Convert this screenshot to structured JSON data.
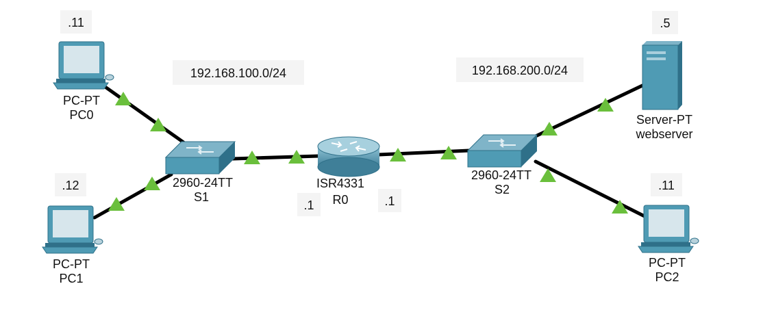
{
  "devices": {
    "pc0": {
      "model": "PC-PT",
      "name": "PC0",
      "host": ".11"
    },
    "pc1": {
      "model": "PC-PT",
      "name": "PC1",
      "host": ".12"
    },
    "pc2": {
      "model": "PC-PT",
      "name": "PC2",
      "host": ".11"
    },
    "server": {
      "model": "Server-PT",
      "name": "webserver",
      "host": ".5"
    },
    "s1": {
      "model": "2960-24TT",
      "name": "S1"
    },
    "s2": {
      "model": "2960-24TT",
      "name": "S2"
    },
    "r0": {
      "model": "ISR4331",
      "name": "R0",
      "left_if": ".1",
      "right_if": ".1"
    }
  },
  "networks": {
    "left": "192.168.100.0/24",
    "right": "192.168.200.0/24"
  },
  "colors": {
    "link": "#000000",
    "link_up": "#6abf3c",
    "device": "#4f9bb4",
    "device_dark": "#2f7089",
    "screen": "#d7e6ec",
    "note_bg": "#f4f4f4"
  }
}
